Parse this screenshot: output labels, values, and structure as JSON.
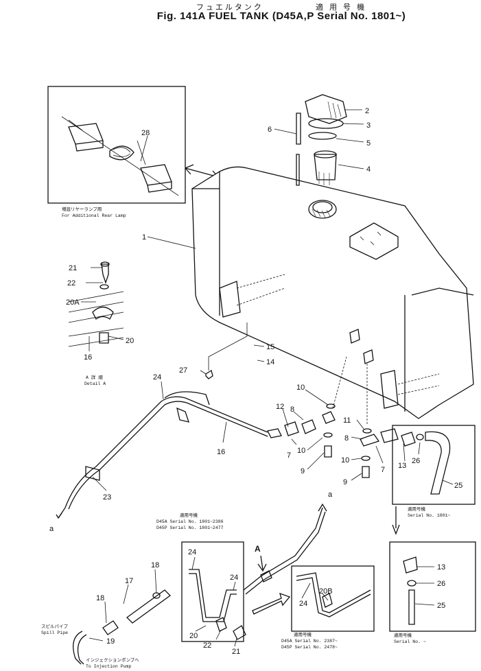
{
  "title": {
    "japanese": "フュエルタンク",
    "applicable_jp": "適 用 号 機",
    "main": "Fig. 141A  FUEL TANK  (D45A,P Serial No. 1801~)"
  },
  "callouts": [
    "1",
    "2",
    "3",
    "4",
    "5",
    "6",
    "7",
    "7",
    "8",
    "8",
    "9",
    "9",
    "10",
    "10",
    "10",
    "11",
    "12",
    "13",
    "13",
    "14",
    "15",
    "16",
    "16",
    "17",
    "18",
    "18",
    "19",
    "20",
    "20",
    "20A",
    "20B",
    "21",
    "21",
    "22",
    "22",
    "23",
    "24",
    "24",
    "24",
    "24",
    "25",
    "25",
    "26",
    "26",
    "27",
    "28",
    "a",
    "a",
    "A"
  ],
  "labels": {
    "rear_lamp_jp": "増設リヤーランプ用",
    "rear_lamp_en": "For Additional Rear Lamp",
    "detail_jp": "A 詳 細",
    "detail_en": "Detail A",
    "serial_box_1_jp": "適用号機",
    "serial_box_1_en": "Serial No. 1801~",
    "serial_box_2_jp": "適用号機",
    "serial_box_2_en": "Serial No.  ~",
    "serial_mid_jp": "適用号機",
    "serial_mid_1": "D45A  Serial  No. 1801~2386",
    "serial_mid_2": "D45P  Serial  No. 1801~2477",
    "serial_low_jp": "適用号機",
    "serial_low_1": "D45A  Serial  No. 2387~",
    "serial_low_2": "D45P  Serial  No. 2478~",
    "spill_jp": "スピルパイプ",
    "spill_en": "Spill Pipe",
    "inj_jp": "インジェクションポンプへ",
    "inj_en": "To Injection Pump"
  }
}
